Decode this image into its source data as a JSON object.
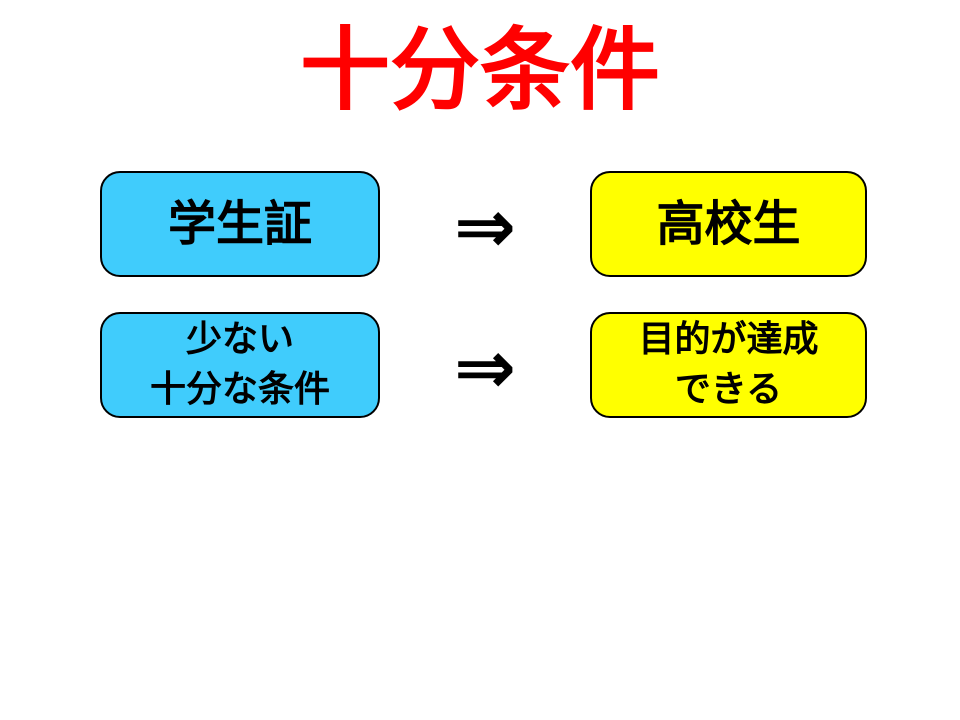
{
  "slide": {
    "title": "十分条件",
    "colors": {
      "title": "#FF0000",
      "premise_fill": "#40CCFC",
      "conclusion_fill": "#FFFF00",
      "text": "#000000",
      "border": "#000000",
      "background": "#FFFFFF"
    }
  },
  "rows": [
    {
      "premise": "学生証",
      "arrow": "⇒",
      "conclusion": "高校生"
    },
    {
      "premise": "少ない\n十分な条件",
      "arrow": "⇒",
      "conclusion": "目的が達成\nできる"
    }
  ]
}
